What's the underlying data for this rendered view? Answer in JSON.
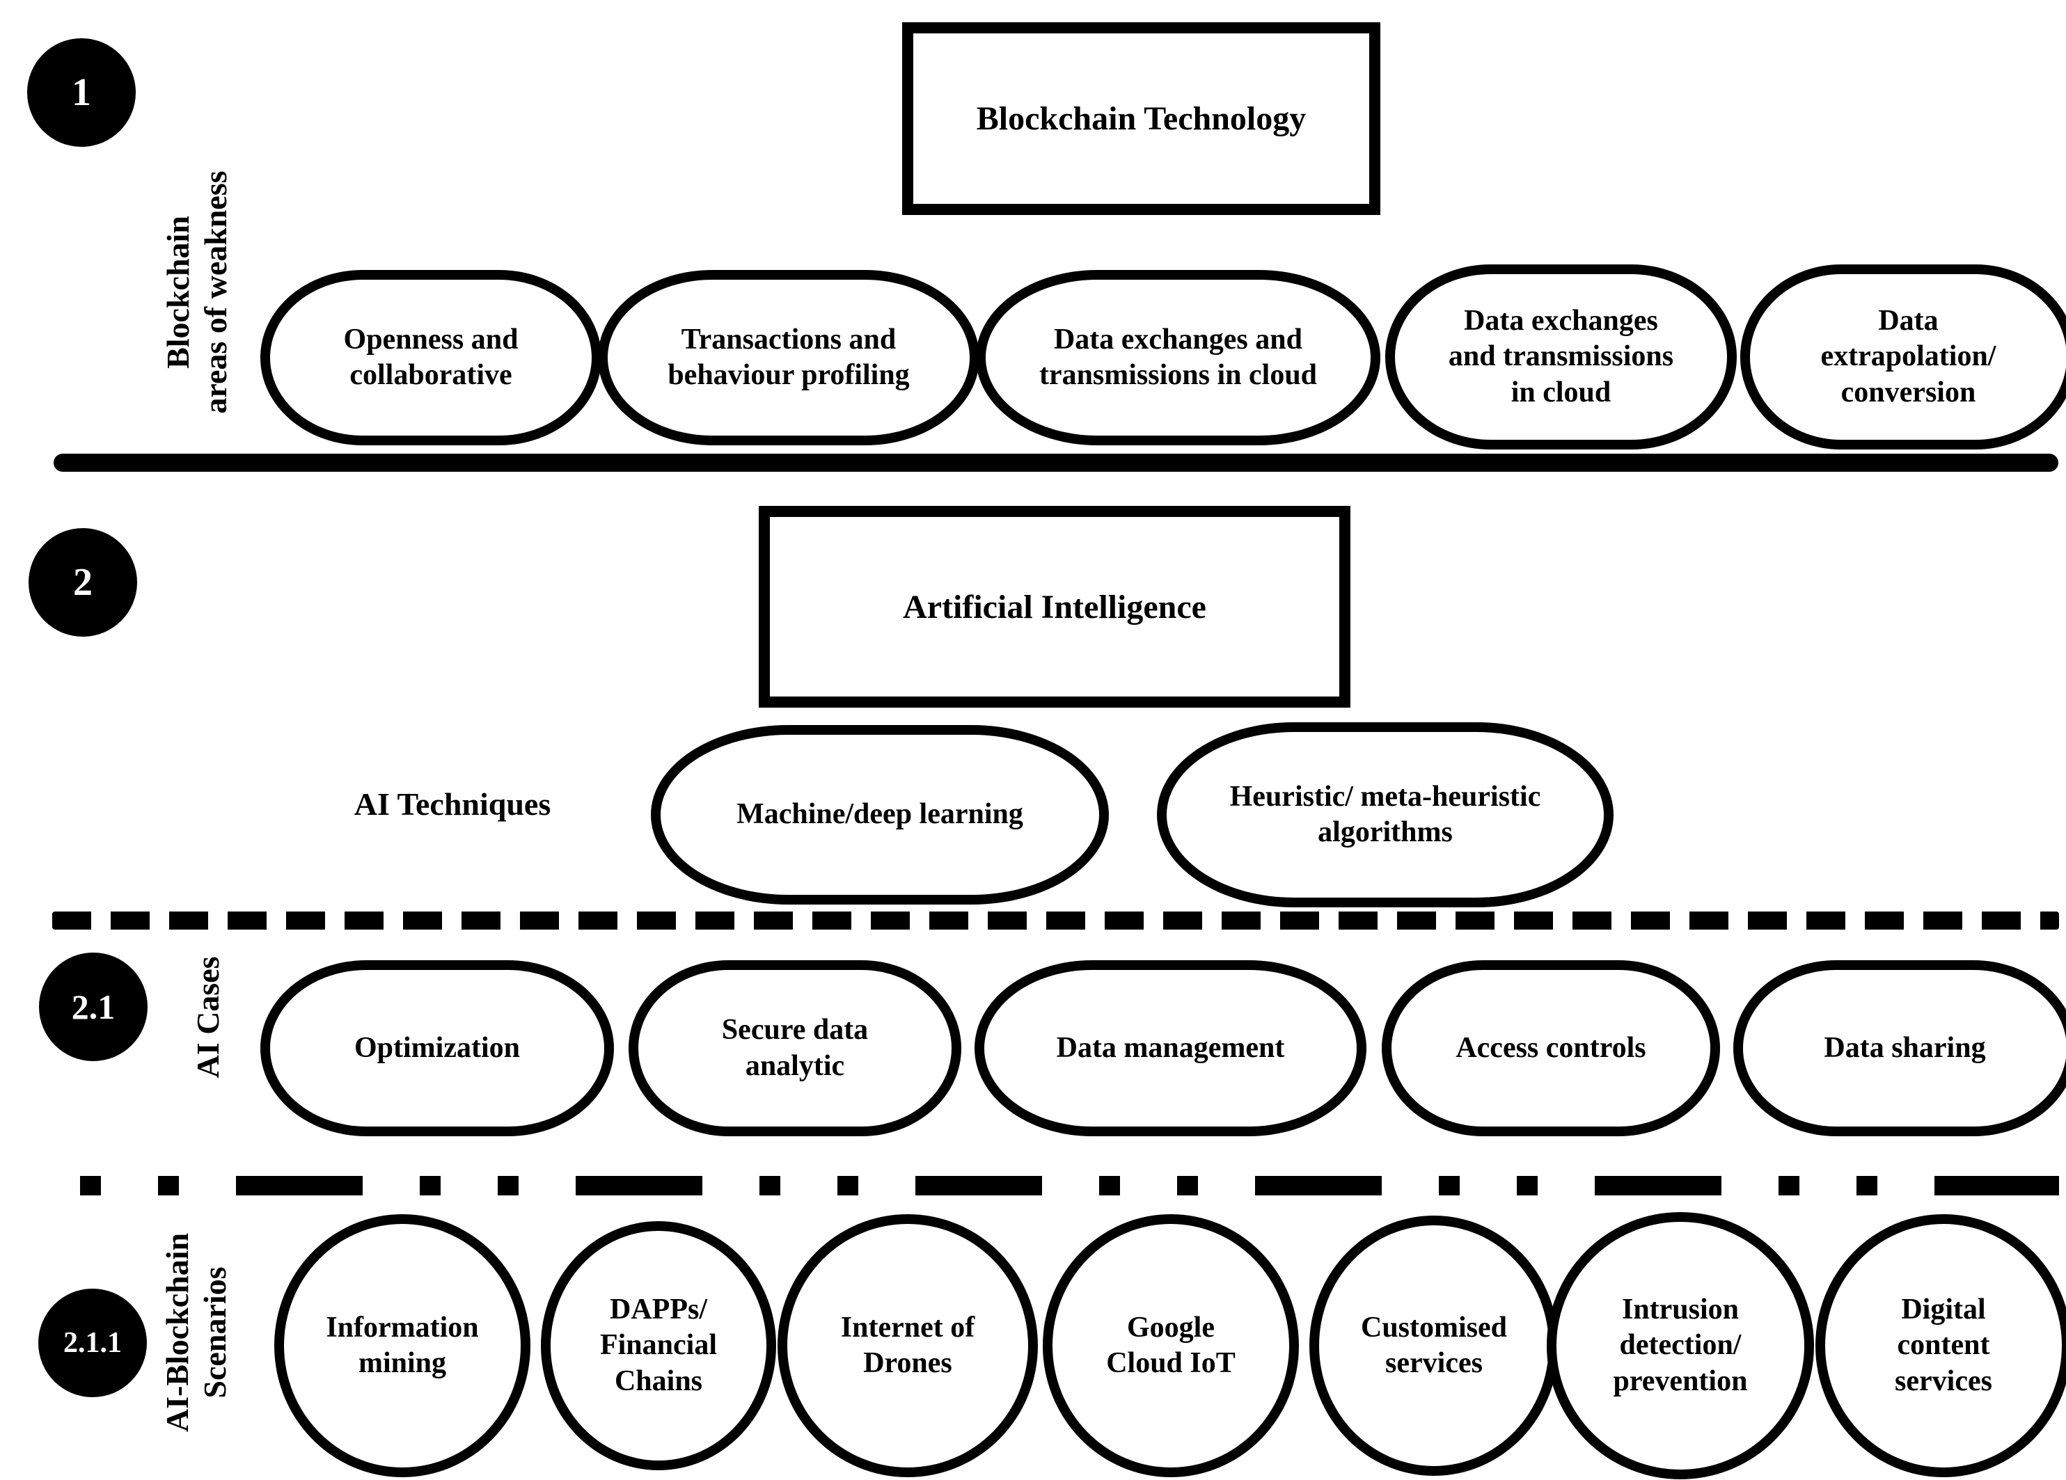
{
  "colors": {
    "ink": "#000000",
    "background": "#ffffff"
  },
  "section_blockchain": {
    "badge": "1",
    "side_label": "Blockchain\nareas of weakness",
    "box_title": "Blockchain Technology",
    "pills": [
      {
        "label": "Openness and\ncollaborative"
      },
      {
        "label": "Transactions and\nbehaviour profiling"
      },
      {
        "label": "Data exchanges and\ntransmissions in cloud"
      },
      {
        "label": "Data exchanges\nand transmissions\nin cloud"
      },
      {
        "label": "Data\nextrapolation/\nconversion"
      }
    ]
  },
  "section_ai": {
    "badge": "2",
    "box_title": "Artificial Intelligence",
    "techniques_label": "AI Techniques",
    "pills": [
      {
        "label": "Machine/deep learning"
      },
      {
        "label": "Heuristic/ meta-heuristic\nalgorithms"
      }
    ]
  },
  "section_ai_cases": {
    "badge": "2.1",
    "side_label": "AI Cases",
    "pills": [
      {
        "label": "Optimization"
      },
      {
        "label": "Secure data\nanalytic"
      },
      {
        "label": "Data management"
      },
      {
        "label": "Access controls"
      },
      {
        "label": "Data sharing"
      }
    ]
  },
  "section_scenarios": {
    "badge": "2.1.1",
    "side_label": "AI-Blockchain\nScenarios",
    "circles": [
      {
        "label": "Information\nmining"
      },
      {
        "label": "DAPPs/\nFinancial\nChains"
      },
      {
        "label": "Internet of\nDrones"
      },
      {
        "label": "Google\nCloud IoT"
      },
      {
        "label": "Customised\nservices"
      },
      {
        "label": "Intrusion\ndetection/\nprevention"
      },
      {
        "label": "Digital\ncontent\nservices"
      }
    ]
  }
}
